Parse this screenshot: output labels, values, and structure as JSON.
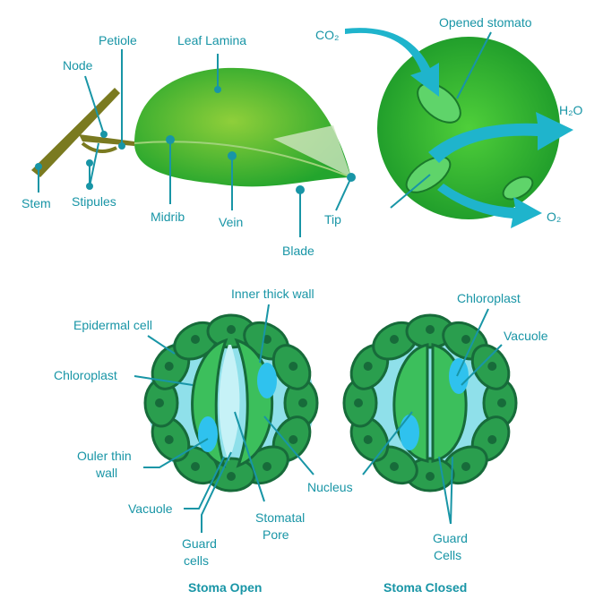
{
  "leaf": {
    "petiole": "Petiole",
    "node": "Node",
    "leaf_lamina": "Leaf Lamina",
    "stem": "Stem",
    "stipules": "Stipules",
    "midrib": "Midrib",
    "vein": "Vein",
    "tip": "Tip",
    "blade": "Blade"
  },
  "exchange": {
    "co2": "CO₂",
    "opened_stomato": "Opened stomato",
    "h2o": "H₂O",
    "o2": "O₂"
  },
  "stoma_open": {
    "inner_thick_wall": "Inner thick wall",
    "epidermal_cell": "Epidermal cell",
    "chloroplast": "Chloroplast",
    "outer_thin_wall_line1": "Ouler thin",
    "outer_thin_wall_line2": "wall",
    "vacuole": "Vacuole",
    "guard_cells_line1": "Guard",
    "guard_cells_line2": "cells",
    "stomatal_pore_line1": "Stomatal",
    "stomatal_pore_line2": "Pore",
    "nucleus": "Nucleus",
    "title": "Stoma Open"
  },
  "stoma_closed": {
    "chloroplast": "Chloroplast",
    "vacuole": "Vacuole",
    "guard_cells_line1": "Guard",
    "guard_cells_line2": "Cells",
    "title": "Stoma Closed"
  },
  "colors": {
    "label": "#1895a6",
    "leaf": "#2fae2f",
    "cell": "#2a9e4e",
    "vacuole": "#2fc2ee",
    "arrow": "#1fb4cc"
  }
}
